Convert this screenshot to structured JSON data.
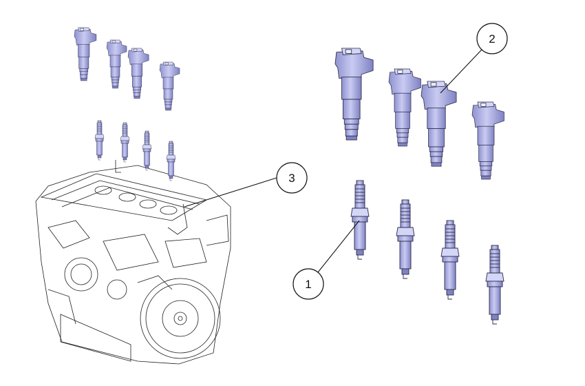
{
  "callouts": [
    {
      "id": "1",
      "label": "1"
    },
    {
      "id": "2",
      "label": "2"
    },
    {
      "id": "3",
      "label": "3"
    }
  ],
  "colors": {
    "part_fill": "#b7b9e8",
    "part_shade": "#8f92cf",
    "part_dark": "#5d5f96",
    "ink": "#1c1c1c",
    "background": "#ffffff"
  }
}
